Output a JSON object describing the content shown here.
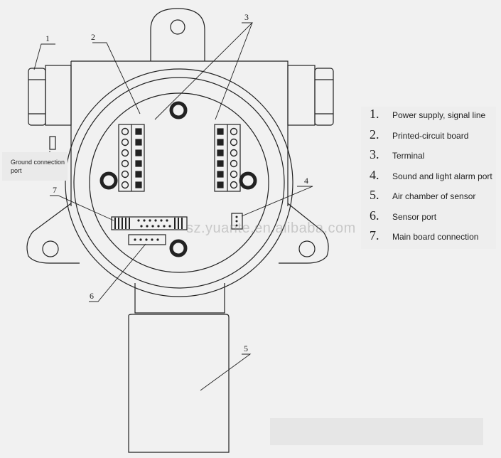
{
  "ground_label": "Ground connection port",
  "watermark": "sz.yuante.en.alibaba.com",
  "callouts": [
    "1",
    "2",
    "3",
    "4",
    "5",
    "6",
    "7"
  ],
  "legend": [
    {
      "num": "1.",
      "label": "Power supply, signal line"
    },
    {
      "num": "2.",
      "label": "Printed-circuit board"
    },
    {
      "num": "3.",
      "label": "Terminal"
    },
    {
      "num": "4.",
      "label": "Sound and light alarm port"
    },
    {
      "num": "5.",
      "label": "Air chamber of sensor"
    },
    {
      "num": "6.",
      "label": "Sensor port"
    },
    {
      "num": "7.",
      "label": "Main board connection"
    }
  ]
}
